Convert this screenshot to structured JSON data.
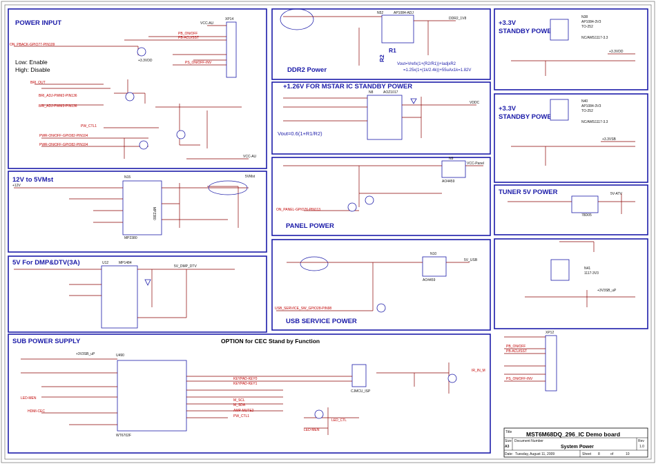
{
  "blocks": {
    "power_input": "POWER INPUT",
    "r12v_to_5vmst": "12V to 5VMst",
    "dmp_dtv": "5V For DMP&DTV(3A)",
    "sub_power": "SUB POWER SUPPLY",
    "ddr2": "DDR2 Power",
    "mstar_ic": "+1.26V FOR MSTAR IC STANDBY POWER",
    "panel_power": "PANEL POWER",
    "usb_service": "USB SERVICE POWER",
    "standby_33_a": "+3.3V\nSTANDBY POWER",
    "standby_33_b": "+3.3V\nSTANDBY POWER",
    "tuner_5v": "TUNER 5V POWER"
  },
  "notes": {
    "low_enable": "Low:  Enable",
    "high_disable": "High: Disable",
    "vout_formula": "Vout=0.6(1+R1/R2)",
    "ddr2_formula_1": "Vout=Vrefx(1+(R2/R1))+IadjxR2",
    "ddr2_formula_2": "=1.25x(1+(1k/2.4k))+55uAx1k=1.82V",
    "cec_option": "OPTION for CEC Stand by Function",
    "ddr2_r1": "R1",
    "ddr2_r2": "R2"
  },
  "signals": {
    "pb_on_off": "PB_ON/OFF",
    "pb_acusst": "PB-ACU/SST",
    "on_pback": "ON_PBACK-GPIO77-PIN109",
    "bri_out": "BRI_OUT",
    "bri_adj_pwm2": "BRI_ADJ-PWM2-PIN136",
    "bri_adj_pwm3": "BRI_ADJ-PWM3-PIN136",
    "pw_ctl1": "PW_CTL1",
    "pwr_onoff_gpio": "PWR-ON/OFF-GPIO82-PIN104",
    "vcc_au": "VCC-AU",
    "ps_on_off_inv": "PS_ON/OFF-INV",
    "ddr2_1v8": "DDR2_1V8",
    "vddc": "VDDC",
    "vcc_panel": "VCC-Panel",
    "on_panel": "ON_PANEL-GPIO76-PIN113",
    "v5_usb": "5V_USB",
    "usb_service_sw": "USB_SERVICE_SW_GPIO28-PIN98",
    "v33vdd": "+3.3VDD",
    "v33sb_up": "+3V3SB_uP",
    "v5_atv": "5V-ATV",
    "v5vmst": "5VMst",
    "v5_dmp_dtv": "5V_DMP_DTV",
    "led_men": "LED-MEN",
    "led_ctl": "LED_CTL",
    "hdmi_cec": "HDMI-CEC",
    "ir_in": "IR_IN_M",
    "keypad_key0": "KEYPAD-KEY0",
    "keypad_key1": "KEYPAD-KEY1",
    "m_scl": "M_SCL",
    "m_sda": "M_SDA",
    "amp_mute": "AMP-MUTE2",
    "pw_ctl": "PW_CTL1"
  },
  "parts": {
    "xp14": "XP14",
    "n15": "N15",
    "mp2380": "MP2380",
    "mp1484": "MP1484",
    "u12": "U12",
    "n52": "N52",
    "ap1084": "AP1084-ADJ",
    "n8": "N8",
    "aoz1017": "AOZ1017",
    "n38": "N38",
    "n40": "N40",
    "n41": "N41",
    "n9": "N9",
    "n10": "N10",
    "u490": "U490",
    "wt6702f": "WT6702F",
    "xp12": "XP12",
    "jumper": "CJMCU_ISP",
    "ap1084_3v3": "AP1084-3V3",
    "to252": "TO-252",
    "ams1117": "NC/AMS1117-3.3",
    "v1117": "1117-3V3",
    "v78d05": "78D05",
    "ao4459": "AO4459"
  },
  "title_block": {
    "title": "MST6M68DQ_296_IC Demo board",
    "document": "System Power",
    "size": "A3",
    "rev": "1.0",
    "date": "Tuesday, August 11, 2009",
    "sheet": "8",
    "of": "10",
    "title_label": "Title",
    "size_label": "Size",
    "docnum_label": "Document Number",
    "rev_label": "Rev",
    "date_label": "Date:",
    "sheet_label": "Sheet",
    "of_label": "of"
  },
  "colors": {
    "block_border": "#1a1aa8",
    "wire": "#8b0000",
    "signal_label": "#c00000"
  }
}
